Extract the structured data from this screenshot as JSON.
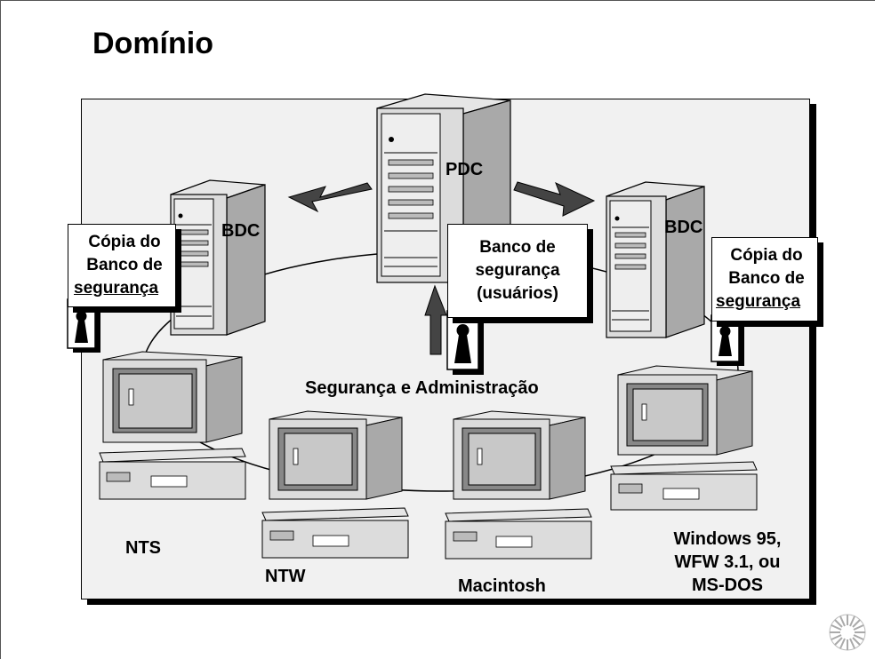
{
  "title": "Domínio",
  "nodes": {
    "pdc": "PDC",
    "bdc_left": "BDC",
    "bdc_right": "BDC",
    "center_label": "Segurança e Administração"
  },
  "boxes": {
    "pdc_db": [
      "Banco de",
      "segurança",
      "(usuários)"
    ],
    "bdc_left_copy": [
      "Cópia do",
      "Banco de",
      "segurança"
    ],
    "bdc_right_copy": [
      "Cópia do",
      "Banco de",
      "segurança"
    ]
  },
  "clients": {
    "nts": "NTS",
    "ntw": "NTW",
    "mac": "Macintosh",
    "win": [
      "Windows 95,",
      "WFW 3.1, ou",
      "MS-DOS"
    ]
  }
}
